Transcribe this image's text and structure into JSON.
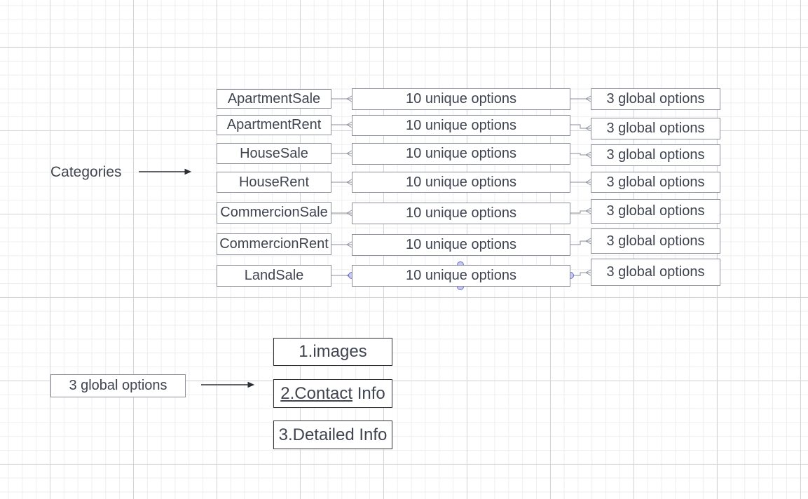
{
  "diagram": {
    "categories_label": "Categories",
    "rows": [
      {
        "category": "ApartmentSale",
        "unique": "10 unique options",
        "global": "3 global options"
      },
      {
        "category": "ApartmentRent",
        "unique": "10 unique options",
        "global": "3 global options"
      },
      {
        "category": "HouseSale",
        "unique": "10 unique options",
        "global": "3 global options"
      },
      {
        "category": "HouseRent",
        "unique": "10 unique options",
        "global": "3 global options"
      },
      {
        "category": "CommercionSale",
        "unique": "10 unique options",
        "global": "3 global options"
      },
      {
        "category": "CommercionRent",
        "unique": "10 unique options",
        "global": "3 global options"
      },
      {
        "category": "LandSale",
        "unique": "10 unique options",
        "global": "3 global options"
      }
    ],
    "global_options_label": "3 global options",
    "global_options_list": {
      "item1": "1.images",
      "item2_link": "2.Contact",
      "item2_rest": "Info",
      "item3": "3.Detailed Info"
    },
    "colors": {
      "box_border": "#8a8f99",
      "dark_border": "#2b2f36",
      "text": "#3f4450",
      "arrow": "#2b2f36",
      "selection_handle": "#6b6bd6",
      "grid_major": "#d4d4d4",
      "grid_minor": "#eeeeee"
    }
  }
}
